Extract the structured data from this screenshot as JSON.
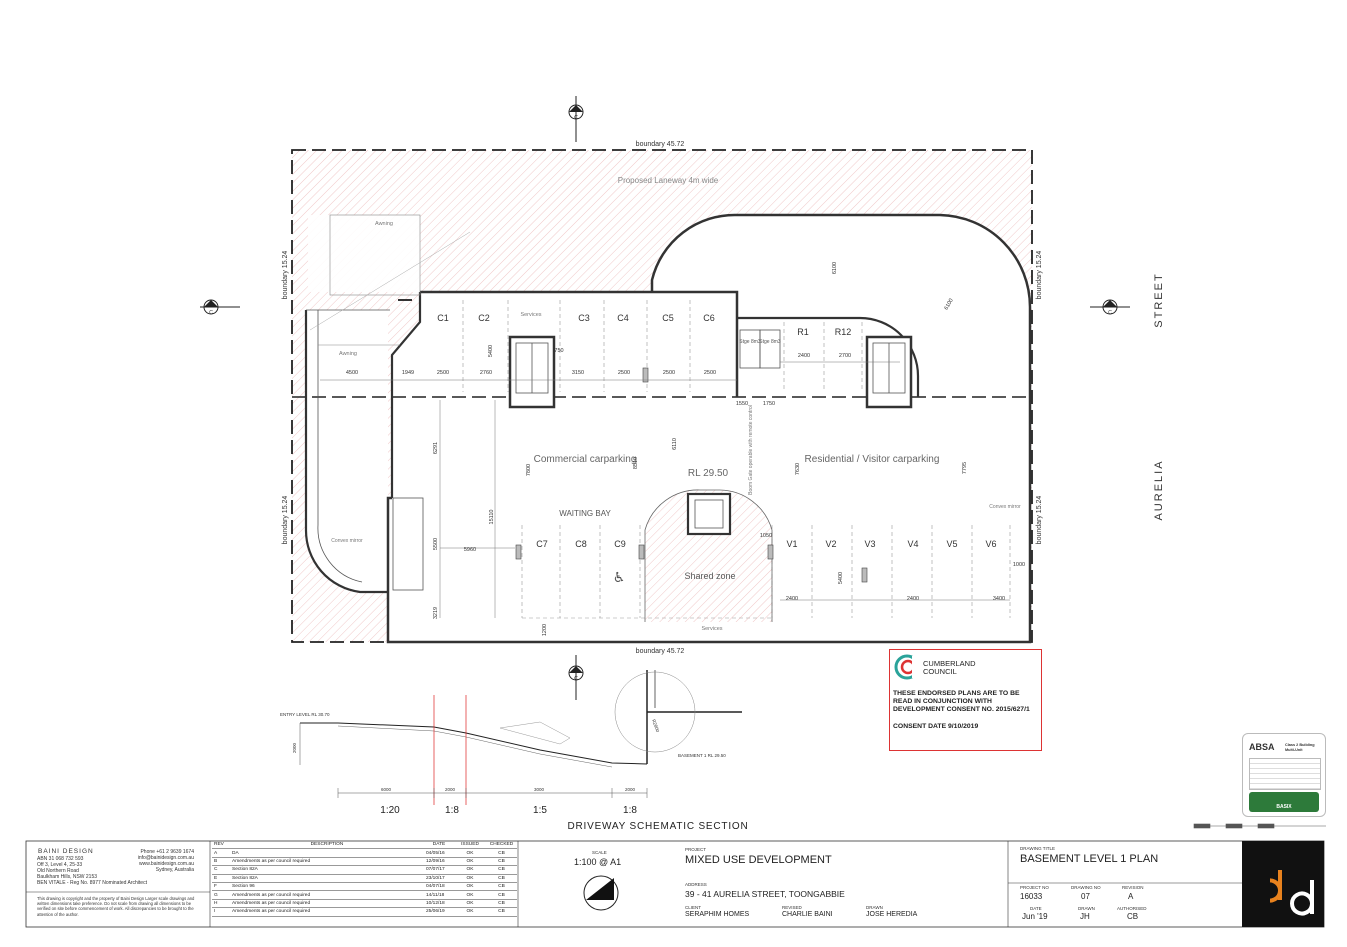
{
  "plan": {
    "boundary_top": "boundary 45.72",
    "boundary_bottom": "boundary 45.72",
    "boundary_left_upper": "boundary 15.24",
    "boundary_left_lower": "boundary 15.24",
    "boundary_right_upper": "boundary 15.24",
    "boundary_right_lower": "boundary 15.24",
    "laneway": "Proposed Laneway 4m wide",
    "street_1": "STREET",
    "street_2": "AURELIA",
    "commercial": "Commercial carparking",
    "residential": "Residential / Visitor carparking",
    "rl": "RL 29.50",
    "waiting_bay": "WAITING BAY",
    "shared_zone": "Shared zone",
    "services_top": "Services",
    "services_bottom": "Services",
    "awning_1": "Awning",
    "awning_2": "Awning",
    "convex_1": "Convex mirror",
    "convex_2": "Convex mirror",
    "boom_gate": "Boom Gate operable with remote control",
    "stge_1": "Stge 8m3",
    "stge_2": "Stge 8m3",
    "bays_top_commercial": [
      "C1",
      "C2",
      "C3",
      "C4",
      "C5",
      "C6"
    ],
    "bays_bottom_commercial": [
      "C7",
      "C8",
      "C9"
    ],
    "bays_resident": [
      "R1",
      "R12"
    ],
    "bays_visitor": [
      "V1",
      "V2",
      "V3",
      "V4",
      "V5",
      "V6"
    ],
    "dims_top": [
      "4500",
      "1949",
      "2500",
      "2760",
      "3150",
      "2500",
      "2500",
      "2500",
      "2400",
      "2700"
    ],
    "dim_5400": "5400",
    "dim_750": "750",
    "dim_1550": "1550",
    "dim_1750": "1750",
    "dim_6100_a": "6100",
    "dim_6100_b": "6100",
    "dim_6110": "6110",
    "dim_6291": "6291",
    "dim_7800": "7800",
    "dim_8510": "8510",
    "dim_7630": "7630",
    "dim_7795": "7795",
    "dim_15110": "15110",
    "dim_5500": "5500",
    "dim_5960": "5960",
    "dim_3219": "3219",
    "dim_1200": "1200",
    "dim_1050": "1050",
    "dim_1000": "1000",
    "dim_2400_a": "2400",
    "dim_5400b": "5400",
    "dim_2400_b": "2400",
    "dim_3400": "3400",
    "section_marker": "C"
  },
  "section": {
    "title": "DRIVEWAY SCHEMATIC SECTION",
    "ratios": [
      "1:20",
      "1:8",
      "1:5",
      "1:8"
    ],
    "entry_level": "ENTRY LEVEL RL 30.70",
    "basement_level": "BASEMENT 1 RL 29.50",
    "radius": "R2800",
    "seg_dims": [
      "6000",
      "2000",
      "3000",
      "2000"
    ],
    "height": "2000"
  },
  "council": {
    "name_line1": "CUMBERLAND",
    "name_line2": "COUNCIL",
    "body": "THESE ENDORSED PLANS ARE TO BE READ IN CONJUNCTION WITH DEVELOPMENT CONSENT NO. 2015/627/1",
    "date": "CONSENT DATE 9/10/2019",
    "color": "#d33333"
  },
  "basix": {
    "title": "ABSA",
    "sub": "Class 2 Building Multi-Unit",
    "badge": "BASIX"
  },
  "titleblock": {
    "firm": "BAINI DESIGN",
    "abn": "ABN 31 068 732 593",
    "address1": "Off 3, Level 4, 25-33",
    "address2": "Old Northern Road",
    "address3": "Baulkham Hills, NSW 2153",
    "architect": "BEN VITALE - Reg No. 8977 Nominated Architect",
    "phone": "Phone +61 2 9639 1674",
    "email": "info@bainidesign.com.au",
    "web": "www.bainidesign.com.au",
    "city": "Sydney, Australia",
    "copyright": "This drawing is copyright and the property of Baini Design Larger scale drawings and written dimensions take preference. Do not scale from drawing all dimensions to be verified on site before commencement of work. All discrepancies to be brought to the attention of the author.",
    "rev_headers": [
      "REV",
      "DESCRIPTION",
      "DATE",
      "ISSUED",
      "CHECKED"
    ],
    "revisions": [
      [
        "A",
        "DA",
        "04/05/16",
        "OK",
        "CB"
      ],
      [
        "B",
        "Amendments as per council required",
        "12/09/16",
        "OK",
        "CB"
      ],
      [
        "C",
        "Section 82A",
        "07/07/17",
        "OK",
        "CB"
      ],
      [
        "E",
        "Section 82A",
        "23/10/17",
        "OK",
        "CB"
      ],
      [
        "F",
        "Section 96",
        "04/07/18",
        "OK",
        "CB"
      ],
      [
        "G",
        "Amendments as per council required",
        "14/11/18",
        "OK",
        "CB"
      ],
      [
        "H",
        "Amendments as per council required",
        "10/12/18",
        "OK",
        "CB"
      ],
      [
        "I",
        "Amendments as per council required",
        "25/06/19",
        "OK",
        "CB"
      ]
    ],
    "scale_label": "SCALE",
    "scale": "1:100 @ A1",
    "project_label": "PROJECT",
    "project": "MIXED USE DEVELOPMENT",
    "address_label": "ADDRESS",
    "address": "39 - 41 AURELIA STREET, TOONGABBIE",
    "client_label": "CLIENT",
    "client": "SERAPHIM HOMES",
    "revised_label": "REVISED",
    "revised": "CHARLIE BAINI",
    "drawn_label": "DRAWN",
    "drawn_by": "JOSE HEREDIA",
    "drawing_title_label": "DRAWING TITLE",
    "drawing_title": "BASEMENT LEVEL 1 PLAN",
    "project_no_label": "PROJECT NO",
    "project_no": "16033",
    "drawing_no_label": "DRAWING NO",
    "drawing_no": "07",
    "revision_label": "REVISION",
    "revision": "A",
    "date_label": "DATE",
    "date": "Jun '19",
    "drawn2_label": "DRAWN",
    "drawn2": "JH",
    "authorised_label": "AUTHORISED",
    "authorised": "CB",
    "logo_accent": "#e8821e"
  }
}
